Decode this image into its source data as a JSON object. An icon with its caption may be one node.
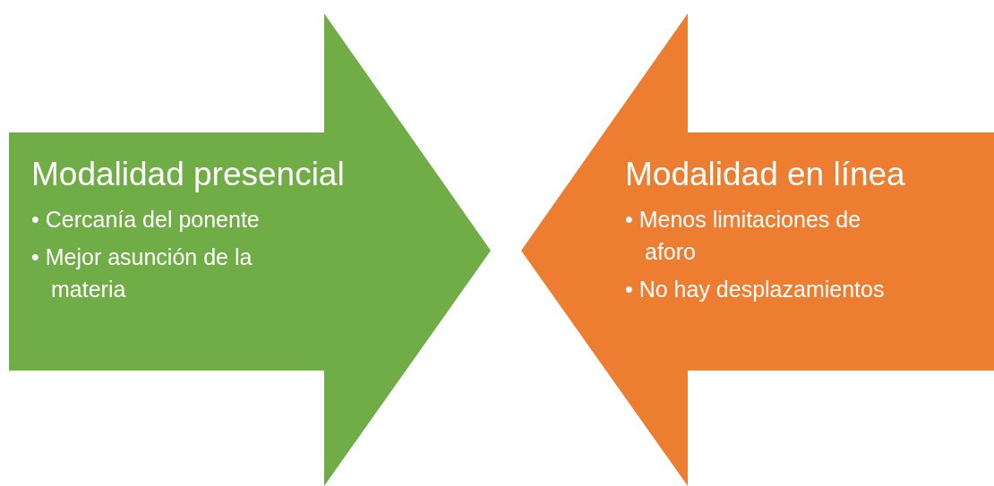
{
  "diagram": {
    "nodes": [
      {
        "text": [
          "Modalidad presencial",
          "• Cercanía del ponente",
          "• Mejor asunción de la materia"
        ]
      },
      {
        "text": [
          "Modalidad en línea",
          "• Menos limitaciones de aforo",
          "• No hay desplazamientos"
        ]
      }
    ]
  }
}
